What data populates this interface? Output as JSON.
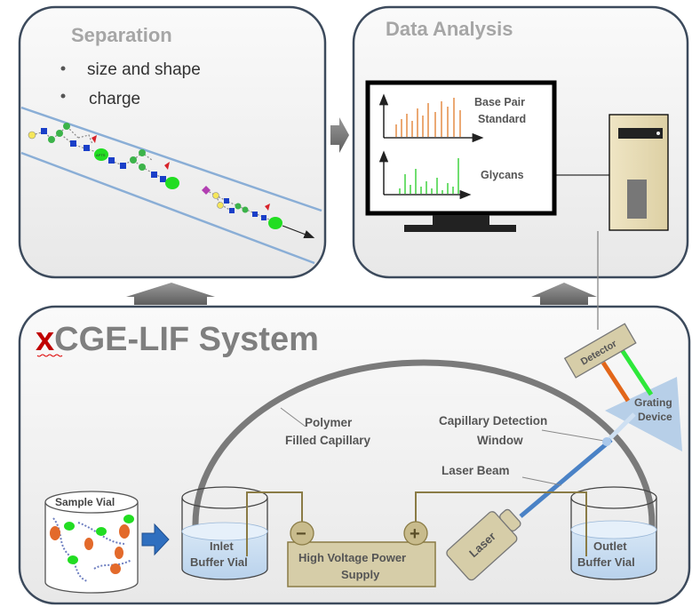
{
  "separation": {
    "title": "Separation",
    "bullets": [
      "size and shape",
      "charge"
    ]
  },
  "data_analysis": {
    "title": "Data Analysis",
    "chart_labels": {
      "base_pair_line1": "Base Pair",
      "base_pair_line2": "Standard",
      "glycans": "Glycans"
    },
    "colors": {
      "base_pair_peaks": "#e07b2a",
      "glycan_peaks": "#22cc22"
    }
  },
  "system": {
    "title_prefix": "x",
    "title_rest": "CGE-LIF System",
    "labels": {
      "sample_vial": "Sample Vial",
      "inlet_line1": "Inlet",
      "inlet_line2": "Buffer Vial",
      "outlet_line1": "Outlet",
      "outlet_line2": "Buffer Vial",
      "capillary_line1": "Polymer",
      "capillary_line2": "Filled Capillary",
      "detection_line1": "Capillary Detection",
      "detection_line2": "Window",
      "laser_beam": "Laser Beam",
      "laser": "Laser",
      "detector": "Detector",
      "grating_line1": "Grating",
      "grating_line2": "Device",
      "hv_line1": "High Voltage Power",
      "hv_line2": "Supply",
      "minus": "−",
      "plus": "+",
      "tag": "APTS"
    },
    "colors": {
      "accent": "#c00000",
      "panel_border": "#3c4a5c",
      "panel_fill": "#f2f2f2"
    }
  }
}
